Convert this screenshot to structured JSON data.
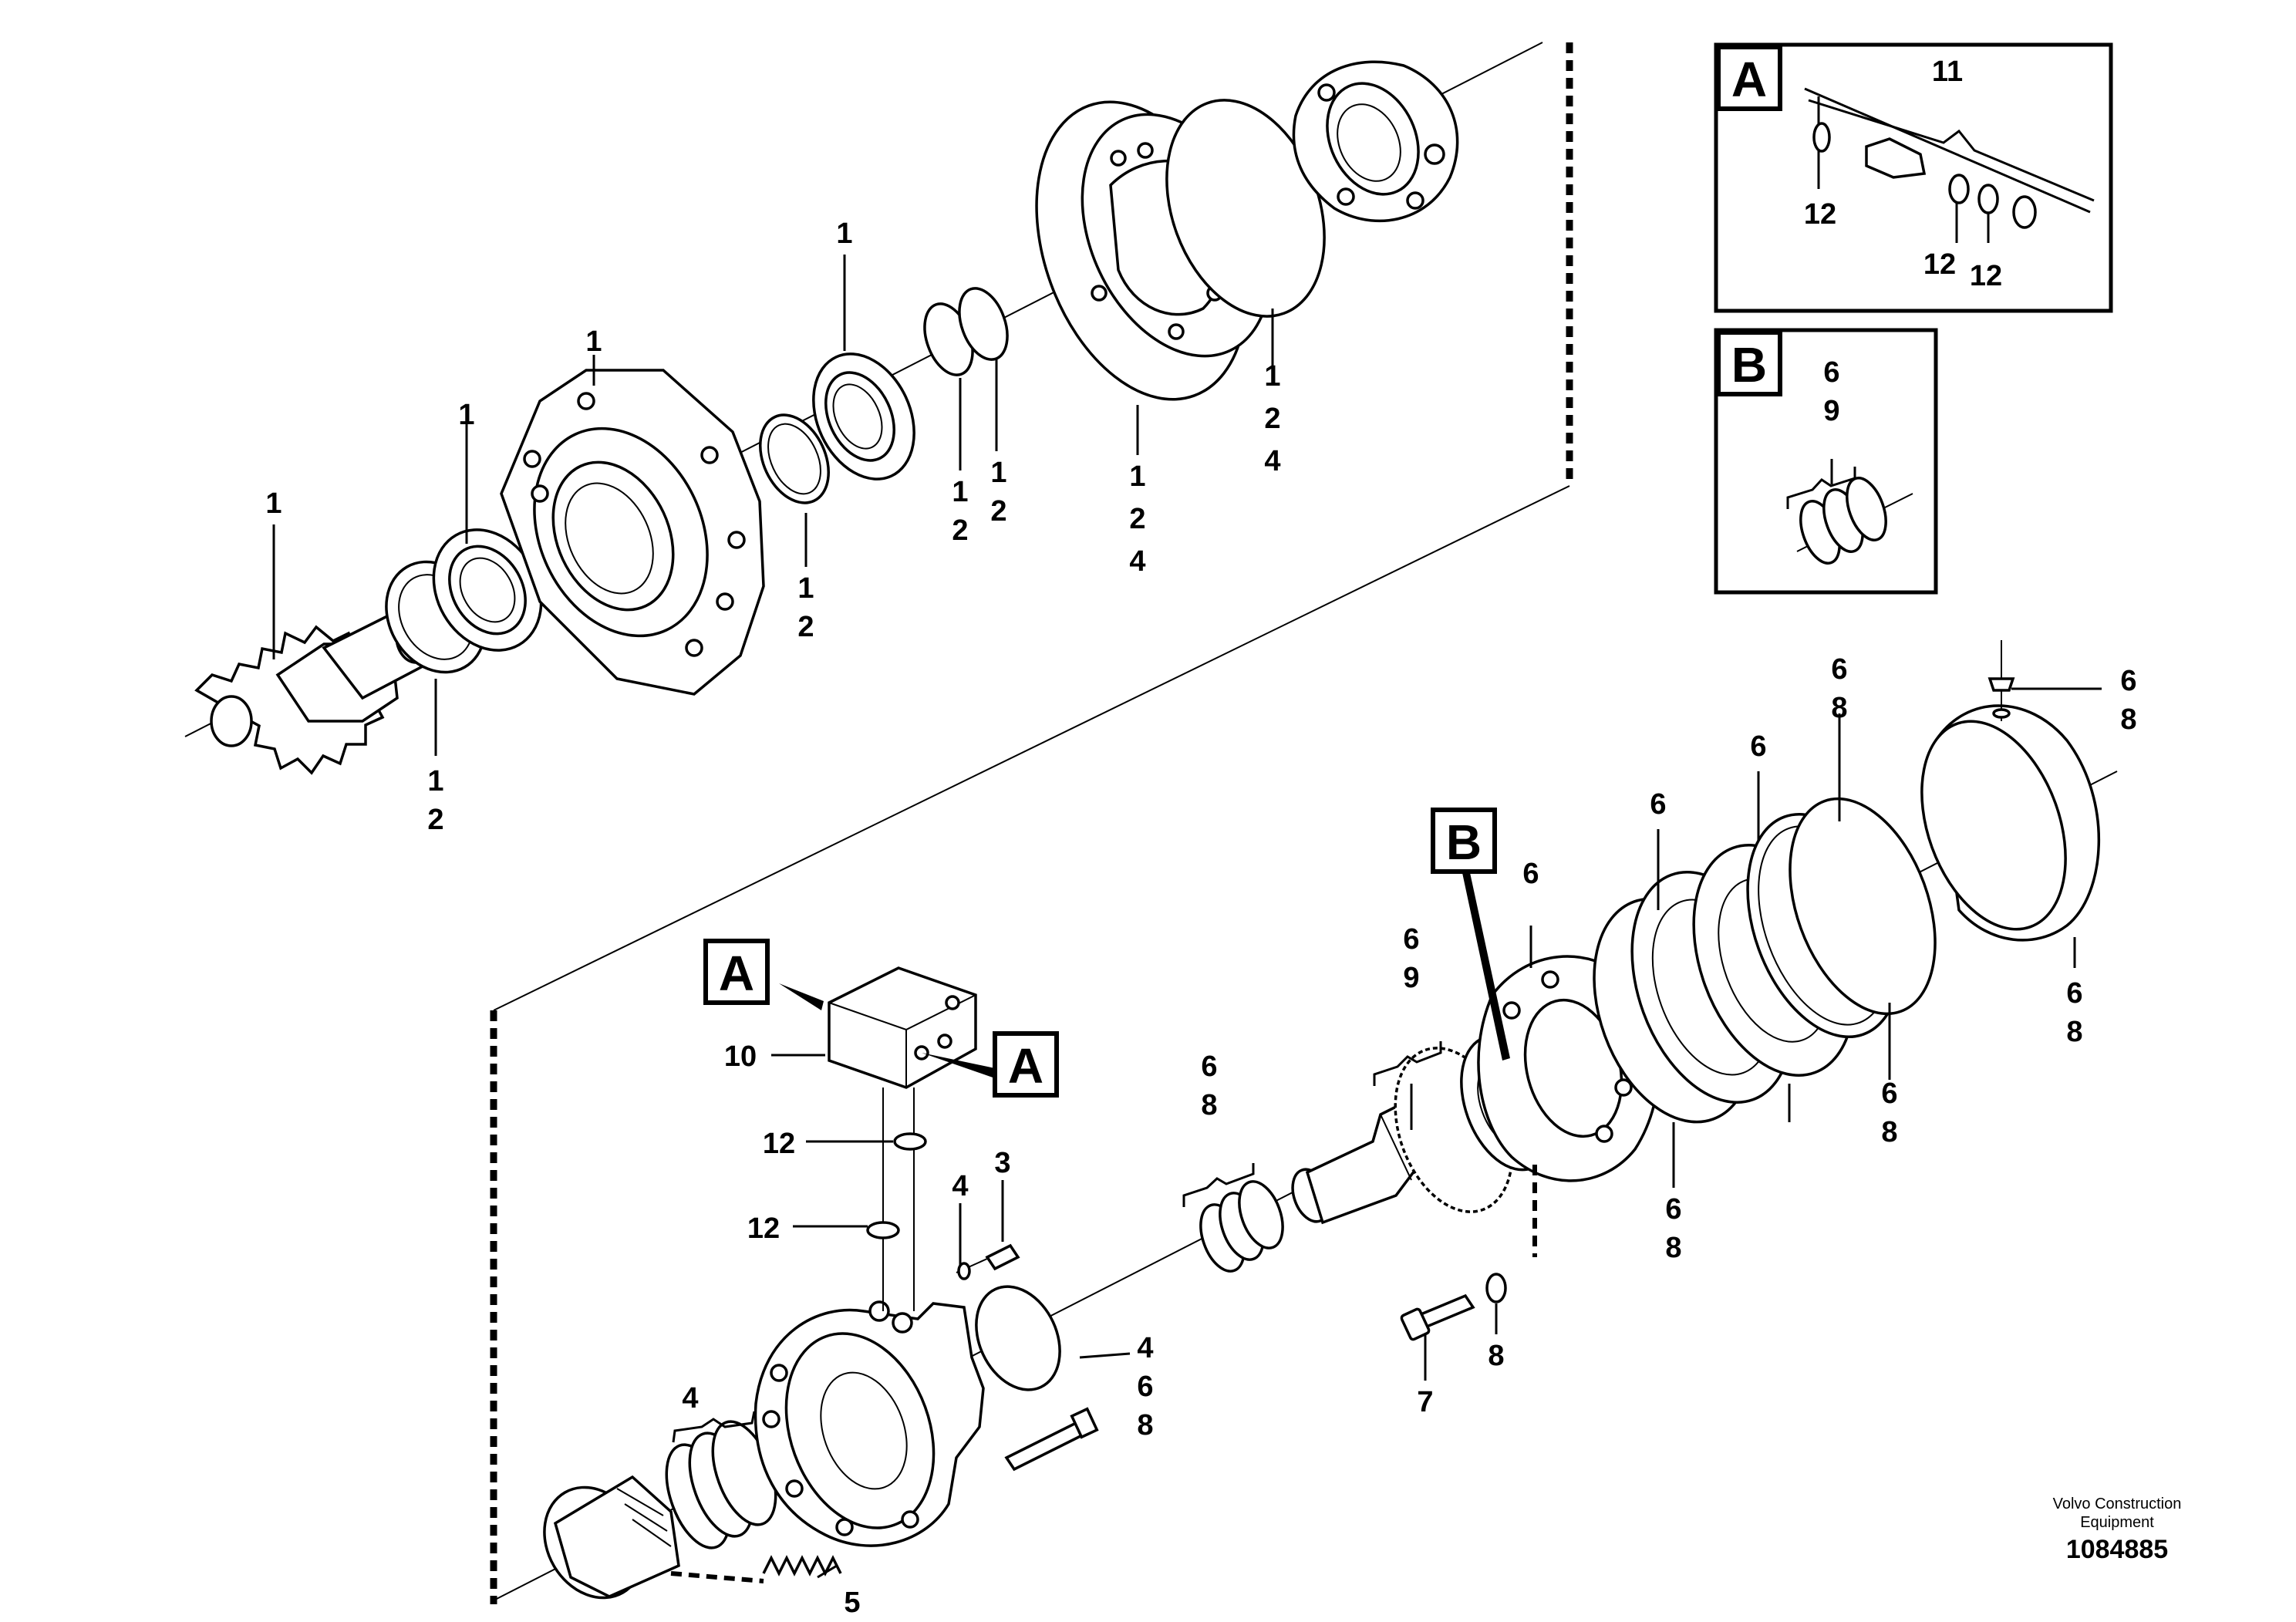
{
  "callouts": {
    "inset_a": "A",
    "inset_b": "B",
    "block_a_top": "A",
    "block_a_right": "A",
    "ref_b": "B"
  },
  "inset_a": {
    "labels": [
      "11",
      "12",
      "12",
      "12"
    ]
  },
  "inset_b": {
    "labels": [
      "6",
      "9"
    ]
  },
  "labels": [
    "1",
    "1",
    "1",
    "1",
    "1",
    "1",
    "1",
    "2",
    "1",
    "2",
    "1",
    "2",
    "1",
    "2",
    "1",
    "2",
    "4",
    "1",
    "2",
    "4",
    "10",
    "12",
    "12",
    "4",
    "3",
    "4",
    "6",
    "8",
    "4",
    "5",
    "6",
    "8",
    "7",
    "8",
    "6",
    "9",
    "6",
    "6",
    "6",
    "8",
    "6",
    "8",
    "6",
    "8",
    "6",
    "6",
    "8",
    "6",
    "8"
  ],
  "footer": {
    "company_line1": "Volvo Construction",
    "company_line2": "Equipment",
    "doc_number": "1084885"
  }
}
